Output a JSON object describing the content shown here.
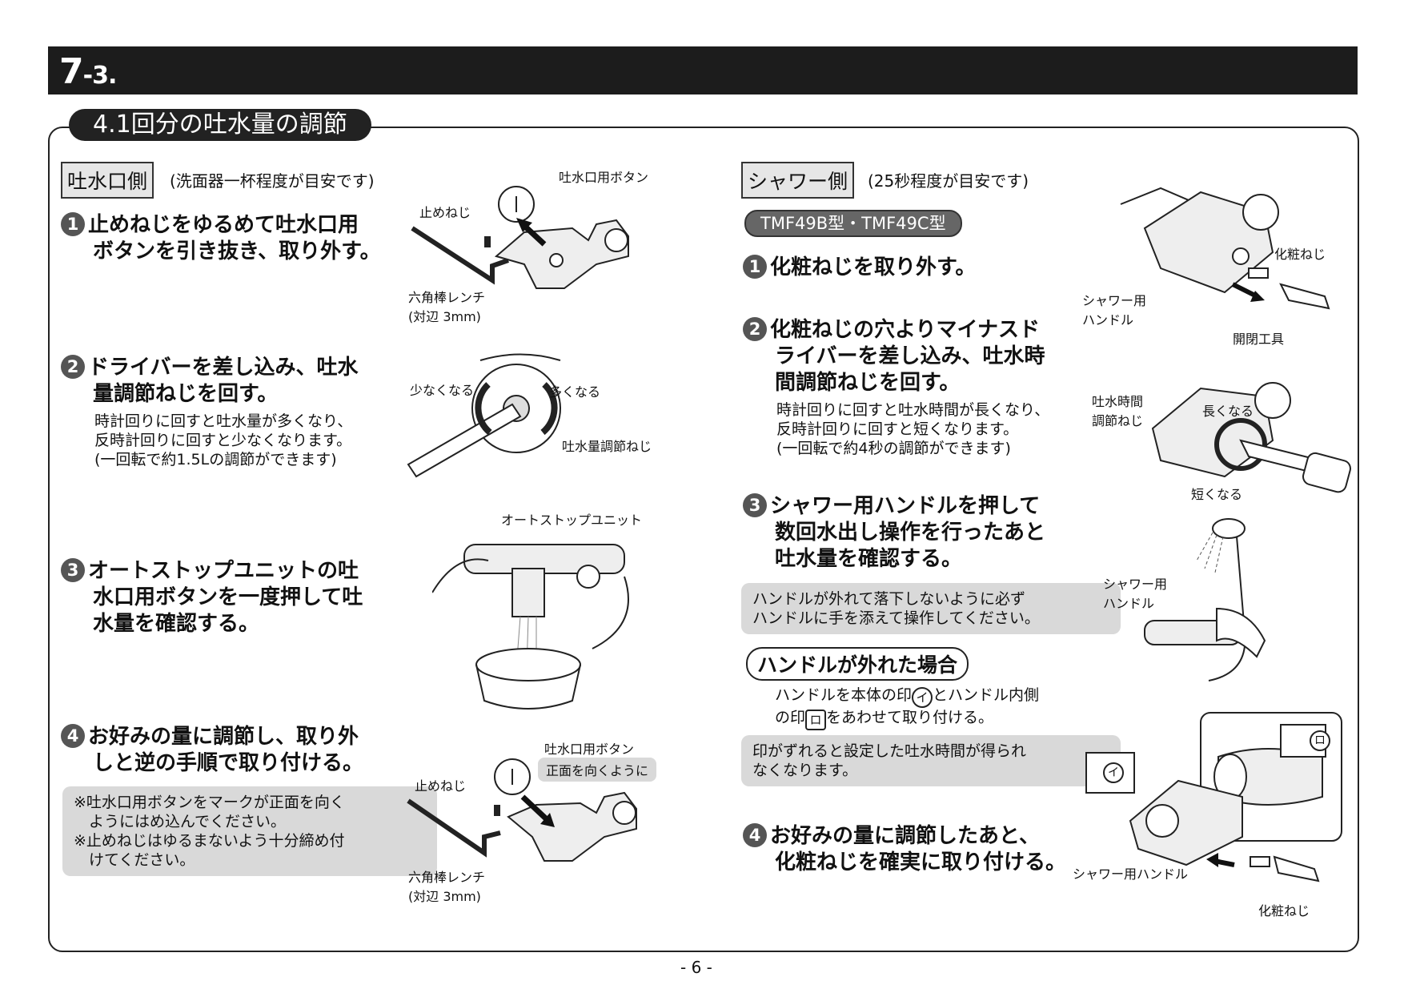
{
  "header": {
    "chapter_big": "7",
    "chapter_small": "-3."
  },
  "section": {
    "title": "4.1回分の吐水量の調節"
  },
  "left": {
    "tag": "吐水口側",
    "tag_note": "(洗面器一杯程度が目安です)",
    "steps": [
      {
        "num": "1",
        "lines": [
          "止めねじをゆるめて吐水口用",
          "ボタンを引き抜き、取り外す。"
        ]
      },
      {
        "num": "2",
        "lines": [
          "ドライバーを差し込み、吐水",
          "量調節ねじを回す。"
        ],
        "body": [
          "時計回りに回すと吐水量が多くなり、",
          "反時計回りに回すと少なくなります。",
          "(一回転で約1.5Lの調節ができます)"
        ]
      },
      {
        "num": "3",
        "lines": [
          "オートストップユニットの吐",
          "水口用ボタンを一度押して吐",
          "水量を確認する。"
        ]
      },
      {
        "num": "4",
        "lines": [
          "お好みの量に調節し、取り外",
          "しと逆の手順で取り付ける。"
        ]
      }
    ],
    "note": [
      "※吐水口用ボタンをマークが正面を向く",
      "　ようにはめ込んでください。",
      "※止めねじはゆるまないよう十分締め付",
      "　けてください。"
    ],
    "fig1": {
      "button": "吐水口用ボタン",
      "screw": "止めねじ",
      "wrench1": "六角棒レンチ",
      "wrench2": "(対辺 3mm)"
    },
    "fig2": {
      "less": "少なくなる",
      "more": "多くなる",
      "screw": "吐水量調節ねじ"
    },
    "fig3": {
      "unit": "オートストップユニット"
    },
    "fig4": {
      "button": "吐水口用ボタン",
      "front": "正面を向くように",
      "screw": "止めねじ",
      "wrench1": "六角棒レンチ",
      "wrench2": "(対辺 3mm)"
    }
  },
  "right": {
    "tag": "シャワー側",
    "tag_note": "(25秒程度が目安です)",
    "model": "TMF49B型・TMF49C型",
    "steps": [
      {
        "num": "1",
        "lines": [
          "化粧ねじを取り外す。"
        ]
      },
      {
        "num": "2",
        "lines": [
          "化粧ねじの穴よりマイナスド",
          "ライバーを差し込み、吐水時",
          "間調節ねじを回す。"
        ],
        "body": [
          "時計回りに回すと吐水時間が長くなり、",
          "反時計回りに回すと短くなります。",
          "(一回転で約4秒の調節ができます)"
        ]
      },
      {
        "num": "3",
        "lines": [
          "シャワー用ハンドルを押して",
          "数回水出し操作を行ったあと",
          "吐水量を確認する。"
        ]
      },
      {
        "num": "4",
        "lines": [
          "お好みの量に調節したあと、",
          "化粧ねじを確実に取り付ける。"
        ]
      }
    ],
    "warn1": [
      "ハンドルが外れて落下しないように必ず",
      "ハンドルに手を添えて操作してください。"
    ],
    "detached_title": "ハンドルが外れた場合",
    "detached_body": {
      "a": "ハンドルを本体の印",
      "mark1": "イ",
      "b": "とハンドル内側",
      "c": "の印",
      "mark2": "ロ",
      "d": "をあわせて取り付ける。"
    },
    "warn2": [
      "印がずれると設定した吐水時間が得られ",
      "なくなります。"
    ],
    "fig1": {
      "screw": "化粧ねじ",
      "handle1": "シャワー用",
      "handle2": "ハンドル",
      "tool": "開閉工具"
    },
    "fig2": {
      "adj1": "吐水時間",
      "adj2": "調節ねじ",
      "longer": "長くなる",
      "shorter": "短くなる"
    },
    "fig3": {
      "handle1": "シャワー用",
      "handle2": "ハンドル"
    },
    "fig4": {
      "mark1": "イ",
      "mark2": "ロ",
      "handle": "シャワー用ハンドル",
      "screw": "化粧ねじ"
    }
  },
  "page": "- 6 -"
}
